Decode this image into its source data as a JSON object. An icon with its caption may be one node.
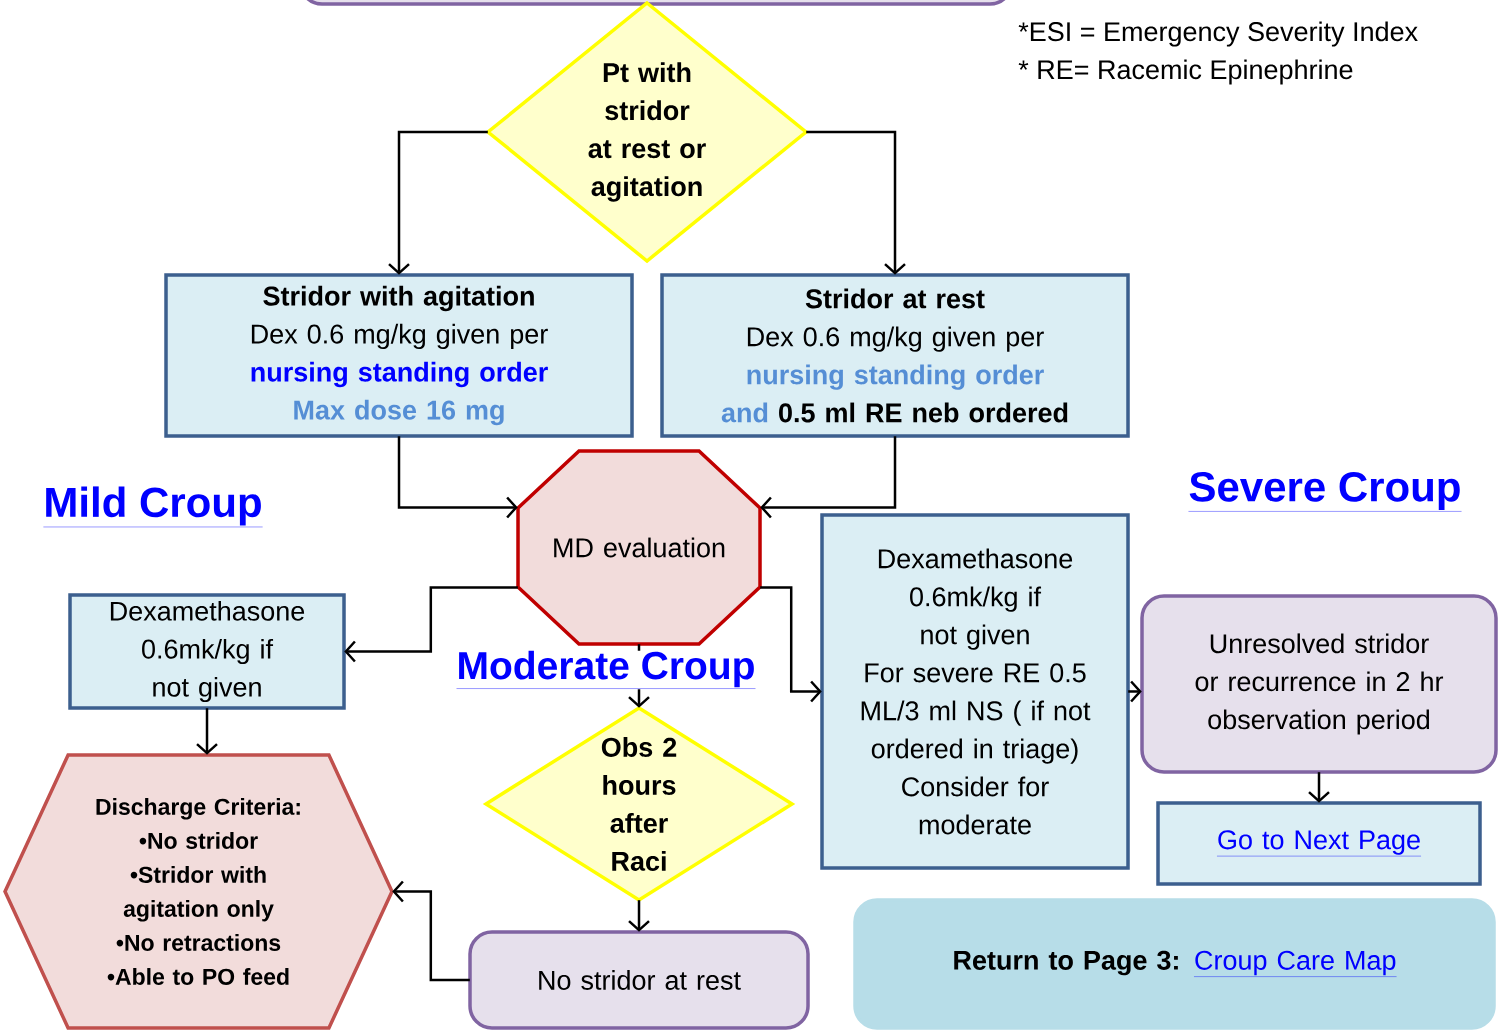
{
  "diagram": {
    "nodes": [
      {
        "text": [],
        "shape": "box"
      },
      {
        "text": [
          "Pt with stridor at rest or agitation"
        ]
      },
      {
        "text": [
          "Stridor with agitation",
          "Dex 0.6 mg/kg given per",
          "nursing standing order",
          "Max dose 16 mg"
        ]
      },
      {
        "text": [
          "Stridor at rest",
          "Dex 0.6 mg/kg given per",
          "nursing standing order and",
          "0.5 ml RE neb ordered"
        ]
      },
      {
        "text": [
          "MD evaluation"
        ]
      },
      {
        "text": [
          "Dexamethasone 0.6mk/kg if not given"
        ]
      },
      {
        "text": [
          "Discharge Criteria:",
          "•No stridor",
          "•Stridor with agitation only",
          "•No retractions",
          "•Able to PO feed"
        ]
      },
      {
        "text": [
          "Obs 2 hours after Raci"
        ]
      },
      {
        "text": [
          "No stridor at rest"
        ]
      },
      {
        "text": [
          "Dexamethasone 0.6mk/kg if not given",
          "For severe RE 0.5 ML/3 ml NS ( if not ordered in triage)",
          "Consider for moderate"
        ]
      },
      {
        "text": [
          "Unresolved stridor or recurrence in 2 hr observation period"
        ]
      },
      {
        "text": [
          "Go to Next Page"
        ]
      },
      {
        "text": [
          "Return to Page 3:",
          "Croup Care Map"
        ]
      }
    ],
    "edges": [
      {
        "from": 1,
        "to": 2,
        "arrow": "to"
      },
      {
        "from": 1,
        "to": 3,
        "arrow": "to"
      },
      {
        "from": 2,
        "to": 4,
        "arrow": "to"
      },
      {
        "from": 3,
        "to": 4,
        "arrow": "to"
      },
      {
        "from": 4,
        "to": 5,
        "arrow": "to"
      },
      {
        "from": 4,
        "to": 7,
        "arrow": "to"
      },
      {
        "from": 4,
        "to": 9,
        "arrow": "to"
      },
      {
        "from": 5,
        "to": 6,
        "arrow": "to"
      },
      {
        "from": 7,
        "to": 8,
        "arrow": "to"
      },
      {
        "from": 8,
        "to": 6,
        "arrow": "to"
      },
      {
        "from": 9,
        "to": 10,
        "arrow": "to"
      },
      {
        "from": 10,
        "to": 11,
        "arrow": "to"
      }
    ],
    "labels": [
      "*ESI = Emergency Severity Index",
      "* RE= Racemic Epinephrine",
      "Severe Croup",
      "Mild Croup",
      "Moderate Croup"
    ]
  }
}
